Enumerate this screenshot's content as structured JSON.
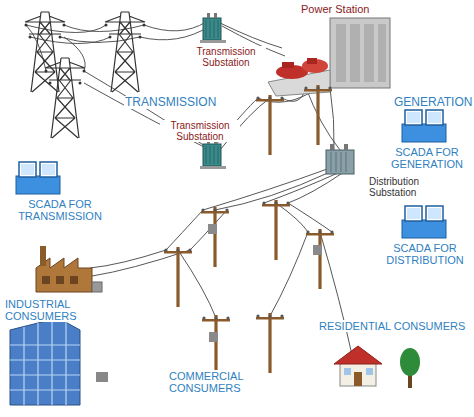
{
  "diagram": {
    "labels": [
      "Power Station",
      "Transmission Substation",
      "TRANSMISSION",
      "GENERATION",
      "Transmission Substation",
      "SCADA FOR GENERATION",
      "Distribution Substation",
      "SCADA FOR TRANSMISSION",
      "SCADA FOR DISTRIBUTION",
      "INDUSTRIAL CONSUMERS",
      "RESIDENTIAL CONSUMERS",
      "COMMERCIAL CONSUMERS"
    ]
  }
}
